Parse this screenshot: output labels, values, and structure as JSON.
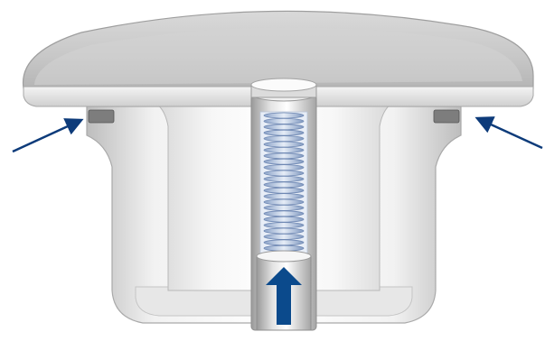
{
  "diagram": {
    "subject": "cutaway-drain-valve-assembly",
    "parts": [
      "cap-dome",
      "outer-housing",
      "inner-chamber",
      "center-stem",
      "compression-spring",
      "piston-plug",
      "left-seal-ring",
      "right-seal-ring"
    ],
    "indicators": {
      "left_arrow": "pointer-arrow",
      "right_arrow": "pointer-arrow",
      "center_arrow": "upward-force-arrow"
    },
    "colors": {
      "arrow_blue": "#0b4a8c",
      "pointer_navy": "#0d3b7a",
      "seal_gray": "#7d7d7d",
      "spring_blue": "#9fb6d8",
      "shade_light": "#eeeeee",
      "shade_mid": "#cfcfcf",
      "shade_dark": "#a8a8a8"
    }
  }
}
